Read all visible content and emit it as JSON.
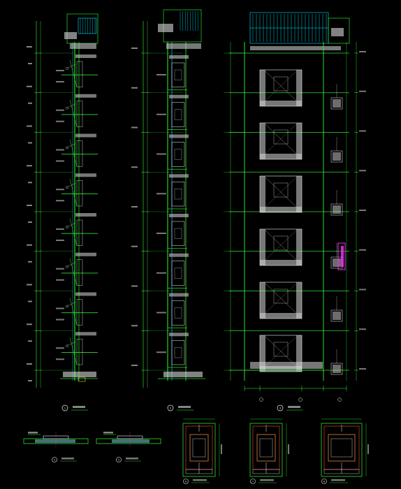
{
  "colors": {
    "background": "#000000",
    "wall_green": "#28e028",
    "dim_line": "#33ff33",
    "hatch": "#d8d8d8",
    "white": "#f0f0f0",
    "cyan": "#00e5ff",
    "red": "#ff4040",
    "yellow": "#ffff33",
    "magenta": "#ff33ff",
    "orange": "#ff9a3c",
    "steel_blue": "#5f9fb0"
  },
  "drawings": {
    "section_1": {
      "number": "1"
    },
    "section_2": {
      "number": "2"
    },
    "section_3": {
      "number": "3"
    },
    "detail_4": {
      "number": "4"
    },
    "detail_5": {
      "number": "5"
    },
    "detail_6": {
      "number": "6"
    },
    "detail_7": {
      "number": "7"
    },
    "detail_8": {
      "number": "8"
    }
  },
  "floors": 8
}
